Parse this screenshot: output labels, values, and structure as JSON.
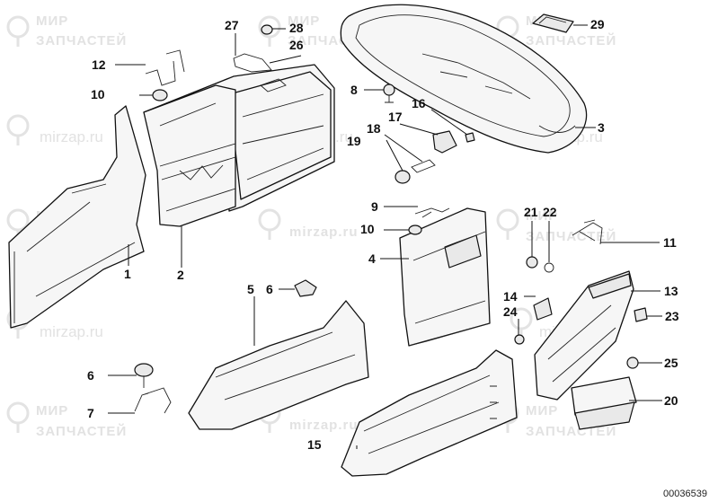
{
  "watermark": {
    "brand_ru_line1": "МИР",
    "brand_ru_line2": "ЗАПЧАСТЕЙ",
    "site": "mirzap.ru"
  },
  "document_number": "00036539",
  "callouts": {
    "c1": "1",
    "c2": "2",
    "c3": "3",
    "c4": "4",
    "c5": "5",
    "c6a": "6",
    "c6b": "6",
    "c7": "7",
    "c8": "8",
    "c9": "9",
    "c10a": "10",
    "c10b": "10",
    "c11": "11",
    "c12": "12",
    "c13": "13",
    "c14": "14",
    "c15": "15",
    "c16": "16",
    "c17": "17",
    "c18": "18",
    "c19": "19",
    "c20": "20",
    "c21": "21",
    "c22": "22",
    "c23": "23",
    "c24": "24",
    "c25": "25",
    "c26": "26",
    "c27": "27",
    "c28": "28",
    "c29": "29"
  }
}
